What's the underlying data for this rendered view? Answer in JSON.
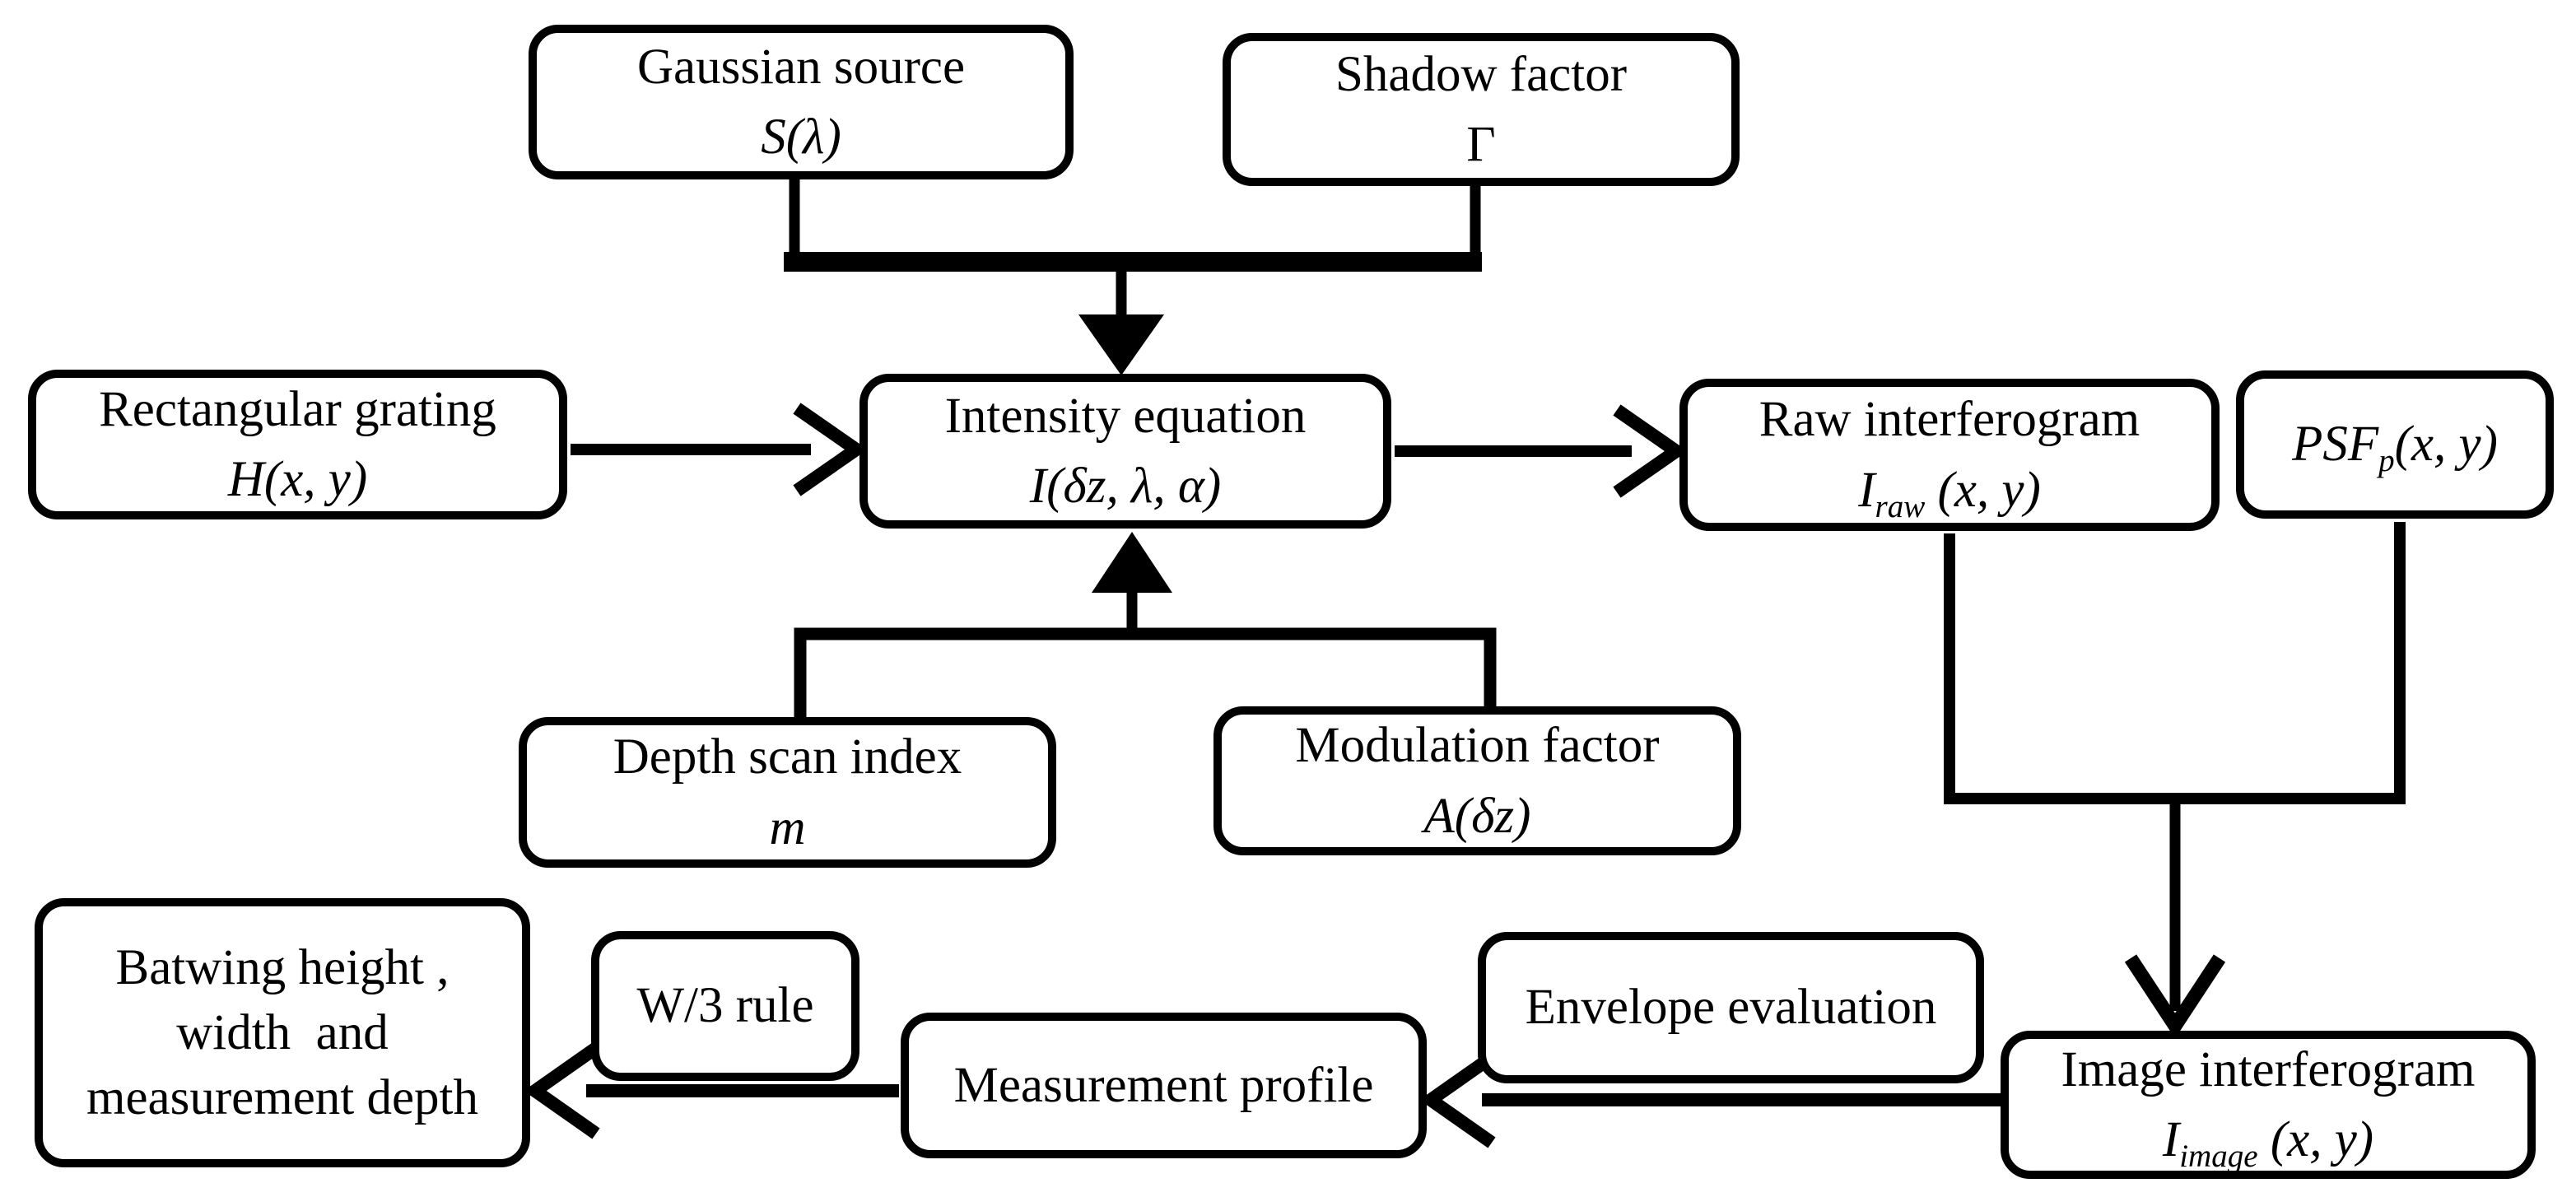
{
  "diagram": {
    "background": "#ffffff",
    "line_color": "#000000",
    "nodes": {
      "gaussian_source": {
        "title": "Gaussian source",
        "math": "S(λ)"
      },
      "shadow_factor": {
        "title": "Shadow factor",
        "math": "Γ"
      },
      "rectangular_grating": {
        "title": "Rectangular grating",
        "math": "H(x, y)"
      },
      "intensity_equation": {
        "title": "Intensity equation",
        "math": "I(δz, λ, α)"
      },
      "raw_interferogram": {
        "title": "Raw interferogram",
        "math_base": "I",
        "math_sub": "raw",
        "math_args": " (x, y)"
      },
      "psf": {
        "math_base": "PSF",
        "math_sub": "p",
        "math_args": "(x, y)"
      },
      "depth_scan_index": {
        "title": "Depth scan index",
        "math": "m"
      },
      "modulation_factor": {
        "title": "Modulation factor",
        "math": "A(δz)"
      },
      "batwing_result": {
        "line1": "Batwing height ,",
        "line2": "width  and",
        "line3": "measurement depth"
      },
      "w3_rule": {
        "title": "W/3 rule"
      },
      "measurement_profile": {
        "title": "Measurement profile"
      },
      "envelope_evaluation": {
        "title": "Envelope evaluation"
      },
      "image_interferogram": {
        "title": "Image interferogram",
        "math_base": "I",
        "math_sub": "image",
        "math_args": " (x, y)"
      }
    },
    "edges": [
      {
        "from": "Gaussian source",
        "to": "Intensity equation"
      },
      {
        "from": "Shadow factor",
        "to": "Intensity equation"
      },
      {
        "from": "Rectangular grating",
        "to": "Intensity equation"
      },
      {
        "from": "Depth scan index",
        "to": "Intensity equation"
      },
      {
        "from": "Modulation factor",
        "to": "Intensity equation"
      },
      {
        "from": "Intensity equation",
        "to": "Raw interferogram"
      },
      {
        "from": "Raw interferogram",
        "to": "Image interferogram"
      },
      {
        "from": "PSF_p(x, y)",
        "to": "Image interferogram"
      },
      {
        "from": "Image interferogram",
        "to": "Measurement profile",
        "label": "Envelope evaluation"
      },
      {
        "from": "Measurement profile",
        "to": "Batwing height, width and measurement depth",
        "label": "W/3 rule"
      }
    ]
  }
}
